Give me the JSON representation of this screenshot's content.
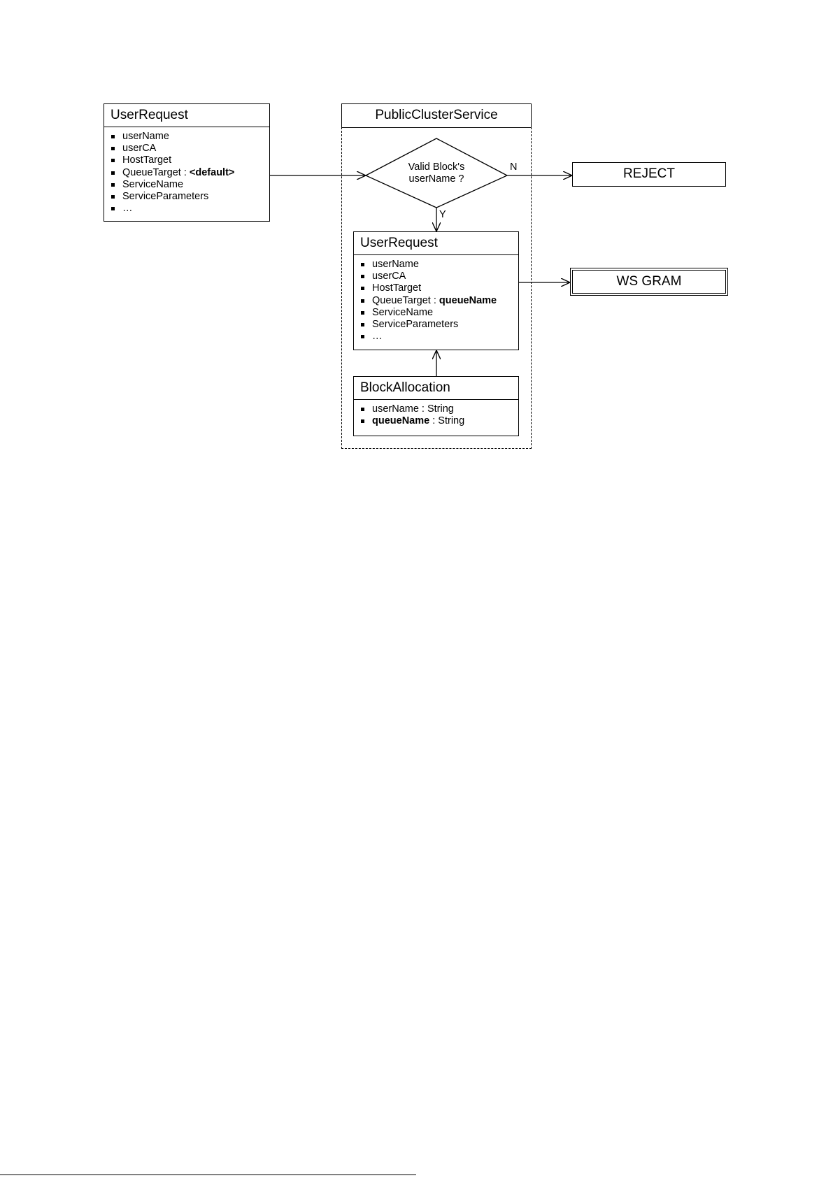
{
  "left_request": {
    "title": "UserRequest",
    "attributes": [
      {
        "name": "userName",
        "value": ""
      },
      {
        "name": "userCA",
        "value": ""
      },
      {
        "name": "HostTarget",
        "value": ""
      },
      {
        "name": "QueueTarget : ",
        "value": "<default>"
      },
      {
        "name": "ServiceName",
        "value": ""
      },
      {
        "name": "ServiceParameters",
        "value": ""
      },
      {
        "name": "…",
        "value": ""
      }
    ]
  },
  "service": {
    "title": "PublicClusterService"
  },
  "decision": {
    "line1": "Valid Block's",
    "line2": "userName ?",
    "no_label": "N",
    "yes_label": "Y"
  },
  "reject": {
    "label": "REJECT"
  },
  "inner_request": {
    "title": "UserRequest",
    "attributes": [
      {
        "name": "userName",
        "value": ""
      },
      {
        "name": "userCA",
        "value": ""
      },
      {
        "name": "HostTarget",
        "value": ""
      },
      {
        "name": "QueueTarget : ",
        "value": "queueName"
      },
      {
        "name": "ServiceName",
        "value": ""
      },
      {
        "name": "ServiceParameters",
        "value": ""
      },
      {
        "name": "…",
        "value": ""
      }
    ]
  },
  "ws_gram": {
    "label": "WS GRAM"
  },
  "block_allocation": {
    "title": "BlockAllocation",
    "attributes": [
      {
        "bold": "",
        "rest": "userName : String"
      },
      {
        "bold": "queueName",
        "rest": " : String"
      }
    ]
  }
}
